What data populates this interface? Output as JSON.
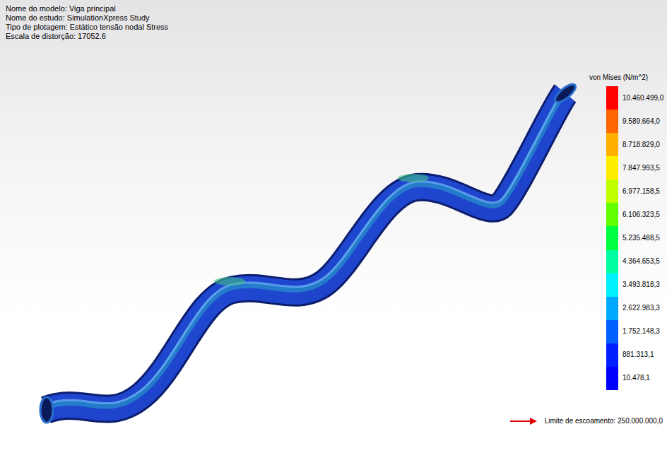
{
  "diagram": {
    "labels": [
      "Nome do modelo: Viga principal",
      "Nome do estudo: SimulationXpress Study",
      "Tipo de plotagem: Estático tensão nodal Stress",
      "Escala de distorção: 17052.6",
      "von Mises (N/m^2)",
      "Limite de escoamento: 250.000.000,0"
    ],
    "legend": [
      {
        "text": "10.460.499,0",
        "color": "#ff0000"
      },
      {
        "text": "9.589.664,0",
        "color": "#ff6600"
      },
      {
        "text": "8.718.829,0",
        "color": "#ffb000"
      },
      {
        "text": "7.847.993,5",
        "color": "#ffee00"
      },
      {
        "text": "6.977.158,5",
        "color": "#c0ff00"
      },
      {
        "text": "6.106.323,5",
        "color": "#60ff00"
      },
      {
        "text": "5.235.488,5",
        "color": "#00ff40"
      },
      {
        "text": "4.364.653,5",
        "color": "#00ffa0"
      },
      {
        "text": "3.493.818,3",
        "color": "#00f0ff"
      },
      {
        "text": "2.622.983,3",
        "color": "#00a8ff"
      },
      {
        "text": "1.752.148,3",
        "color": "#0060ff"
      },
      {
        "text": "881.313,1",
        "color": "#0020ff"
      },
      {
        "text": "10.478,1",
        "color": "#0000ff"
      }
    ]
  }
}
